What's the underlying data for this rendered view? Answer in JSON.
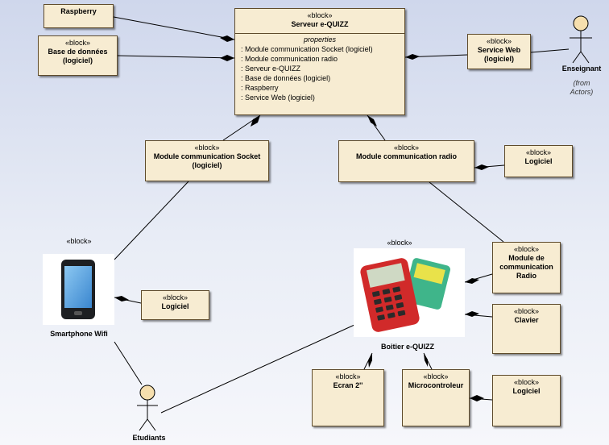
{
  "diagram": {
    "stereotype": "«block»",
    "server": {
      "name": "Serveur e-QUIZZ",
      "properties_title": "properties",
      "properties": [
        ": Module communication Socket (logiciel)",
        ": Module communication radio",
        ": Serveur e-QUIZZ",
        ": Base de données (logiciel)",
        ": Raspberry",
        ": Service Web (logiciel)"
      ]
    },
    "raspberry": "Raspberry",
    "database": "Base de données\n(logiciel)",
    "service_web": "Service Web\n(logiciel)",
    "socket": "Module communication Socket\n(logiciel)",
    "radio": "Module communication radio",
    "logiciel": "Logiciel",
    "module_radio": "Module de\ncommunication\nRadio",
    "clavier": "Clavier",
    "ecran": "Ecran 2''",
    "micro": "Microcontroleur",
    "smartphone": "Smartphone Wifi",
    "boitier": "Boitier e-QUIZZ",
    "enseignant": "Enseignant",
    "enseignant_note": "(from\nActors)",
    "etudiants": "Etudiants"
  },
  "colors": {
    "block_fill": "#f7ecd2",
    "block_border": "#5e4b2b",
    "line": "#000000",
    "phone_screen": "#5aa5e0",
    "device_body": "#d12a2a"
  },
  "icons": [
    "actor-icon",
    "smartphone-icon",
    "quiz-remote-icon"
  ]
}
